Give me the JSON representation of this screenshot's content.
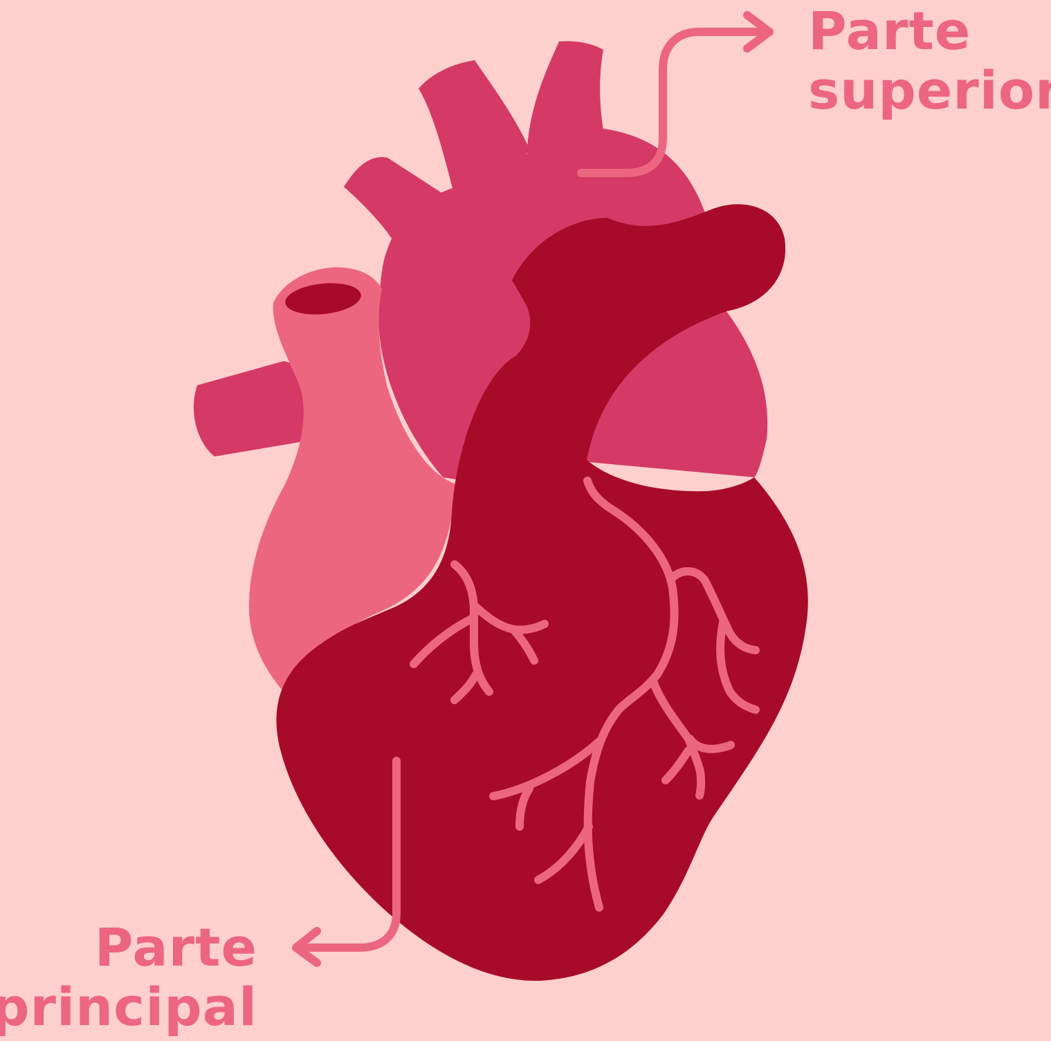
{
  "colors": {
    "background": "#fdd0ce",
    "vessel": "#d43a65",
    "left_vessel": "#ec6680",
    "ventricle": "#a80b29",
    "accent": "#ec6680"
  },
  "labels": {
    "top": {
      "line1": "Parte",
      "line2": "superior"
    },
    "bottom": {
      "line1": "Parte",
      "line2": "principal"
    }
  }
}
